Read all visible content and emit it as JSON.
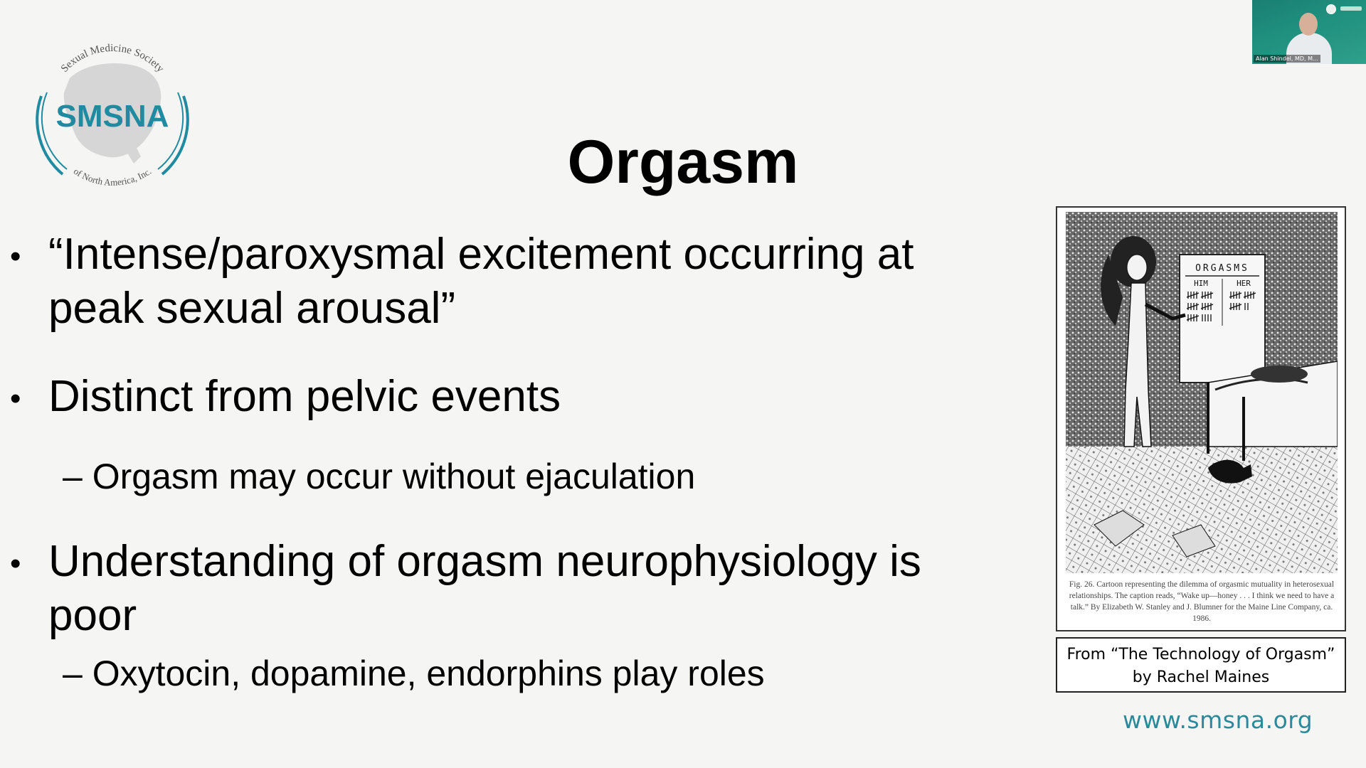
{
  "logo": {
    "org_top": "Sexual Medicine Society",
    "acronym": "SMSNA",
    "org_bottom": "of North America, Inc."
  },
  "slide": {
    "title": "Orgasm",
    "bullet_char": "•",
    "bullets": [
      {
        "text": "“Intense/paroxysmal excitement occurring at peak sexual arousal”"
      },
      {
        "text": "Distinct from pelvic events",
        "sub": "– Orgasm may occur without ejaculation"
      },
      {
        "text": "Understanding of orgasm neurophysiology is poor",
        "sub": "– Oxytocin, dopamine, endorphins play roles"
      }
    ]
  },
  "figure": {
    "chart_words": [
      "ORGASMS",
      "HIM",
      "HER"
    ],
    "caption": "Fig. 26. Cartoon representing the dilemma of orgasmic mutuality in heterosexual relationships. The caption reads, “Wake up—honey . . . I think we need to have a talk.” By Elizabeth W. Stanley and J. Blumner for the Maine Line Company, ca. 1986.",
    "credit_line1": "From “The Technology of Orgasm”",
    "credit_line2": "by Rachel Maines"
  },
  "footer": {
    "website": "www.smsna.org"
  },
  "webcam": {
    "participant_name": "Alan Shindel, MD, M..."
  },
  "colors": {
    "brand_teal": "#1f8aa0",
    "slide_bg": "#f5f5f4"
  }
}
